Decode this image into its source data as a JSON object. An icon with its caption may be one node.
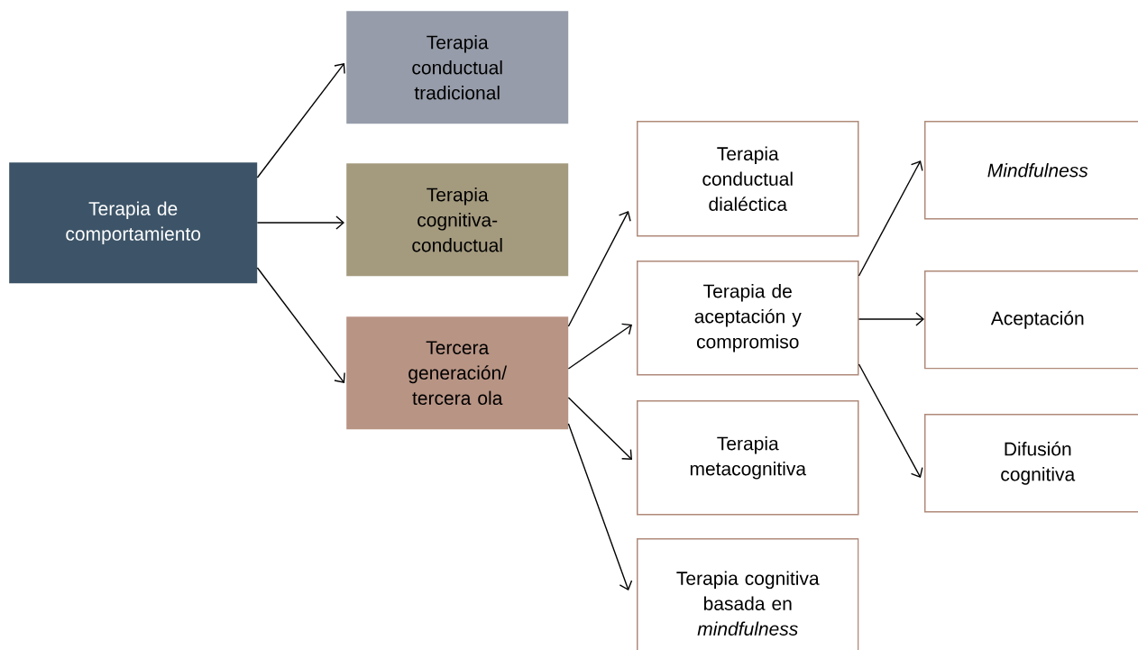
{
  "diagram": {
    "nodes": [
      {
        "text": [
          "Terapia de comportamiento"
        ]
      },
      {
        "text": [
          "Terapia conductual tradicional"
        ]
      },
      {
        "text": [
          "Terapia cognitiva-conductual"
        ]
      },
      {
        "text": [
          "Tercera generación/ tercera ola"
        ]
      },
      {
        "text": [
          "Terapia conductual dialéctica"
        ]
      },
      {
        "text": [
          "Terapia de aceptación y compromiso"
        ]
      },
      {
        "text": [
          "Terapia metacognitiva"
        ]
      },
      {
        "text": [
          "Terapia cognitiva basada en *mindfulness*"
        ]
      },
      {
        "text": [
          "Mindfulness"
        ]
      },
      {
        "text": [
          "Aceptación"
        ]
      },
      {
        "text": [
          "Difusión cognitiva"
        ]
      }
    ],
    "edges": [
      {
        "from": 0,
        "to": 1,
        "arrow": "to"
      },
      {
        "from": 0,
        "to": 2,
        "arrow": "to"
      },
      {
        "from": 0,
        "to": 3,
        "arrow": "to"
      },
      {
        "from": 3,
        "to": 4,
        "arrow": "to"
      },
      {
        "from": 3,
        "to": 5,
        "arrow": "to"
      },
      {
        "from": 3,
        "to": 6,
        "arrow": "to"
      },
      {
        "from": 3,
        "to": 7,
        "arrow": "to"
      },
      {
        "from": 5,
        "to": 8,
        "arrow": "to"
      },
      {
        "from": 5,
        "to": 9,
        "arrow": "to"
      },
      {
        "from": 5,
        "to": 10,
        "arrow": "to"
      }
    ]
  }
}
